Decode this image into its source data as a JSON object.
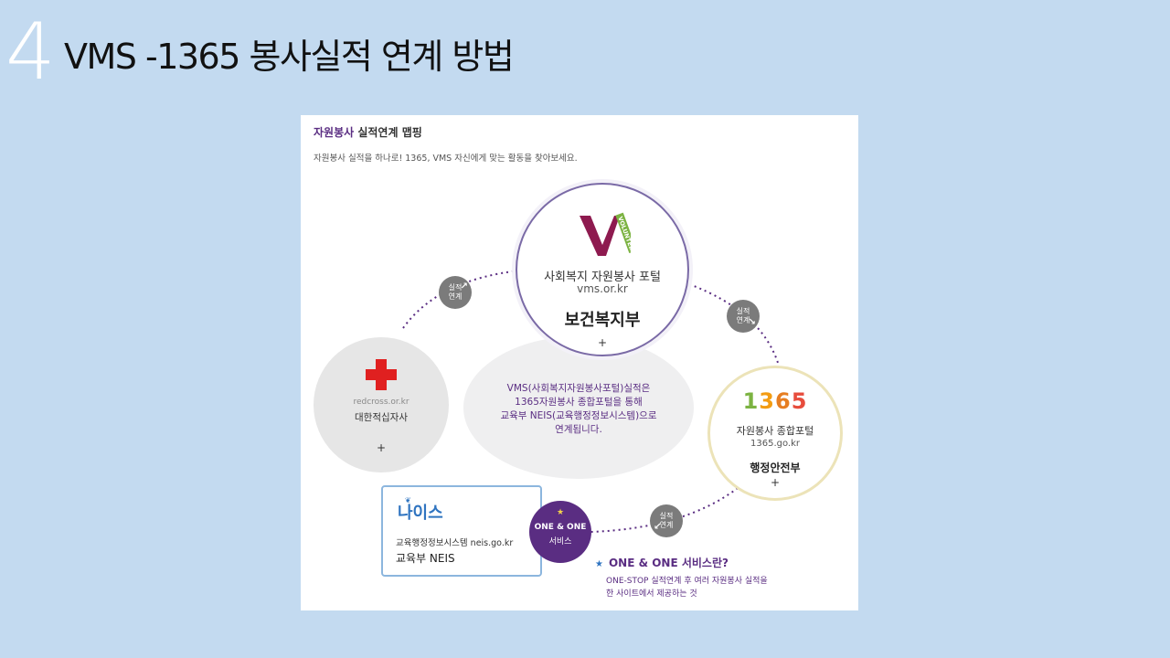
{
  "slide": {
    "number": "4",
    "title": "VMS -1365 봉사실적 연계 방법"
  },
  "panel": {
    "heading_accent": "자원봉사",
    "heading_rest": " 실적연계 맵핑",
    "subtitle": "자원봉사 실적을 하나로! 1365, VMS 자신에게 맞는 활동을 찾아보세요."
  },
  "vms": {
    "logo_letter": "V",
    "logo_tag": "VOLUNTEER",
    "line1": "사회복지 자원봉사 포털",
    "line2": "vms.or.kr",
    "org": "보건복지부",
    "plus": "+"
  },
  "center_note": {
    "line1": "VMS(사회복지자원봉사포털)실적은",
    "line2": "1365자원봉사 종합포털을 통해",
    "line3": "교육부 NEIS(교육행정정보시스템)으로",
    "line4": "연계됩니다."
  },
  "redcross": {
    "url": "redcross.or.kr",
    "name": "대한적십자사",
    "plus": "+"
  },
  "portal1365": {
    "logo_digits": [
      "1",
      "3",
      "6",
      "5"
    ],
    "logo_colors": [
      "#7cb342",
      "#f39c12",
      "#e67e22",
      "#e74c3c"
    ],
    "line1": "자원봉사 종합포털",
    "line2": "1365.go.kr",
    "org": "행정안전부",
    "plus": "+"
  },
  "badges": [
    {
      "line1": "실적",
      "line2": "연계",
      "arrow": "↗"
    },
    {
      "line1": "실적",
      "line2": "연계",
      "arrow": "↘"
    },
    {
      "line1": "실적",
      "line2": "연계",
      "arrow": "↙"
    }
  ],
  "neis": {
    "logo": "나이스",
    "line1": "교육행정정보시스템  neis.go.kr",
    "line2": "교육부 NEIS"
  },
  "one_and_one": {
    "star": "★",
    "line1": "ONE & ONE",
    "line2": "서비스",
    "question": "ONE & ONE 서비스란?",
    "desc1": "ONE-STOP 실적연계 후 여러 자원봉사 실적을",
    "desc2": "한 사이트에서 제공하는 것"
  },
  "colors": {
    "background": "#c3daf0",
    "accent_purple": "#5a2d82",
    "vms_magenta": "#8e1a4f",
    "redcross_red": "#e02020",
    "neis_blue": "#2f74c0",
    "badge_gray": "#7b7b7b"
  }
}
